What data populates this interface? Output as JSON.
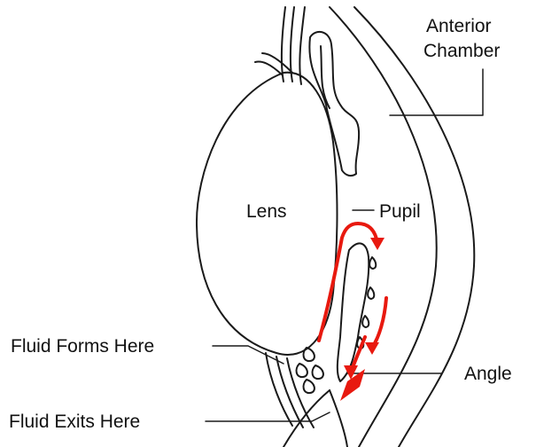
{
  "labels": {
    "anterior_chamber_line1": "Anterior",
    "anterior_chamber_line2": "Chamber",
    "lens": "Lens",
    "pupil": "Pupil",
    "angle": "Angle",
    "fluid_forms": "Fluid Forms Here",
    "fluid_exits": "Fluid Exits Here"
  },
  "colors": {
    "line": "#1a1a1a",
    "fluid_flow": "#e8190f",
    "background": "#ffffff"
  }
}
